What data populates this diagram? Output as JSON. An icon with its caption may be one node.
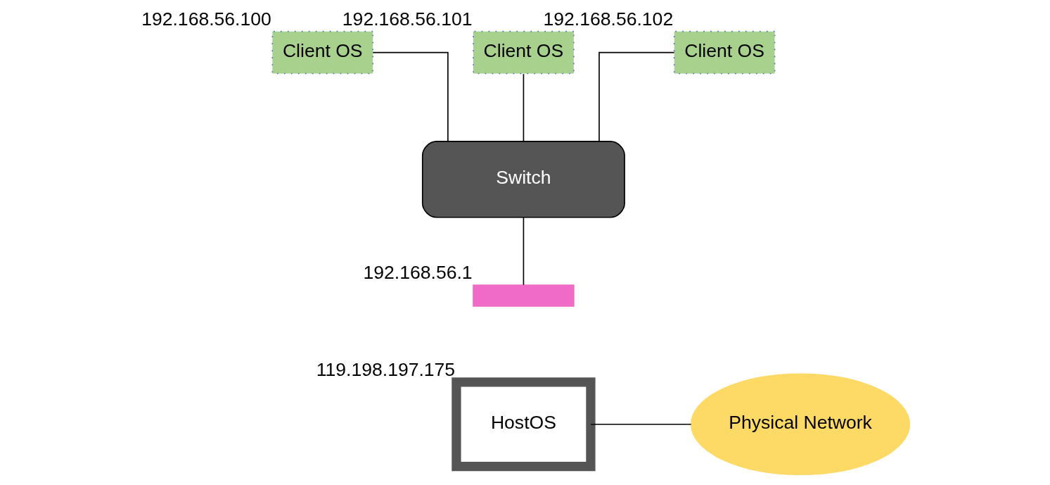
{
  "diagram": {
    "nodes": [
      {
        "text": [
          "Client OS"
        ],
        "beside": [
          "192.168.56.100"
        ]
      },
      {
        "text": [
          "Client OS"
        ],
        "beside": [
          "192.168.56.101"
        ]
      },
      {
        "text": [
          "Client OS"
        ],
        "beside": [
          "192.168.56.102"
        ]
      },
      {
        "text": [
          "Switch"
        ]
      },
      {
        "text": [],
        "shape": "box",
        "beside": [
          "192.168.56.1"
        ]
      },
      {
        "text": [
          "HostOS"
        ],
        "beside": [
          "119.198.197.175"
        ]
      },
      {
        "text": [
          "Physical Network"
        ]
      }
    ],
    "edges": [
      {
        "from": 0,
        "to": 3,
        "arrow": "none"
      },
      {
        "from": 1,
        "to": 3,
        "arrow": "none"
      },
      {
        "from": 2,
        "to": 3,
        "arrow": "none"
      },
      {
        "from": 3,
        "to": 4,
        "arrow": "none"
      },
      {
        "from": 5,
        "to": 6,
        "arrow": "none"
      }
    ]
  }
}
